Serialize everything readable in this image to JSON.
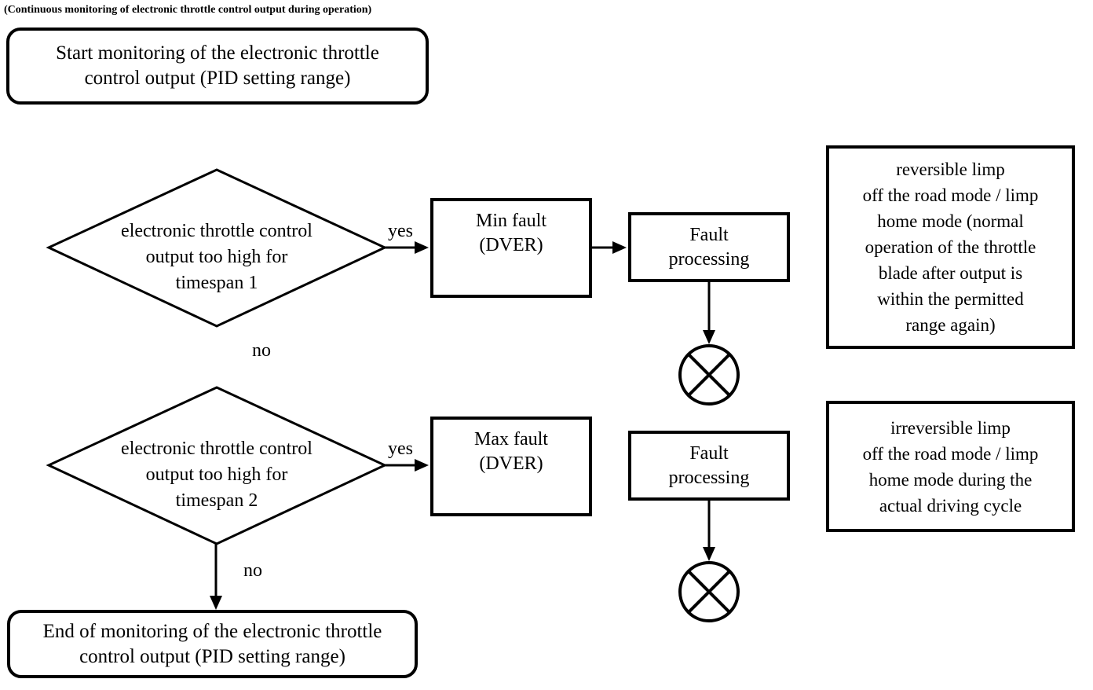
{
  "colors": {
    "ink": "#000000",
    "background": "#ffffff"
  },
  "caption": "(Continuous monitoring of electronic throttle control output during operation)",
  "nodes": {
    "start": {
      "type": "terminator",
      "lines": [
        "Start monitoring of the electronic throttle",
        "control output (PID setting range)"
      ]
    },
    "decision1": {
      "type": "decision",
      "lines": [
        "electronic throttle control",
        "output too high for",
        "timespan 1"
      ]
    },
    "min_fault": {
      "type": "process",
      "lines": [
        "Min fault",
        "(DVER)"
      ]
    },
    "fault_processing_1": {
      "type": "process",
      "lines": [
        "Fault",
        "processing"
      ]
    },
    "connector_1": {
      "type": "circle-x-icon"
    },
    "note_reversible": {
      "type": "note",
      "lines": [
        "reversible limp",
        "off the road mode / limp",
        "home mode (normal",
        "operation of the throttle",
        "blade after output is",
        "within the permitted",
        "range again)"
      ]
    },
    "decision2": {
      "type": "decision",
      "lines": [
        "electronic throttle control",
        "output too high for",
        "timespan 2"
      ]
    },
    "max_fault": {
      "type": "process",
      "lines": [
        "Max fault",
        "(DVER)"
      ]
    },
    "fault_processing_2": {
      "type": "process",
      "lines": [
        "Fault",
        "processing"
      ]
    },
    "connector_2": {
      "type": "circle-x-icon"
    },
    "note_irreversible": {
      "type": "note",
      "lines": [
        "irreversible limp",
        "off the road mode / limp",
        "home mode during the",
        "actual driving cycle"
      ]
    },
    "end": {
      "type": "terminator",
      "lines": [
        "End of monitoring of the electronic throttle",
        "control output (PID setting range)"
      ]
    }
  },
  "edges": {
    "decision1_yes": "yes",
    "decision1_no": "no",
    "decision2_yes": "yes",
    "decision2_no": "no"
  }
}
